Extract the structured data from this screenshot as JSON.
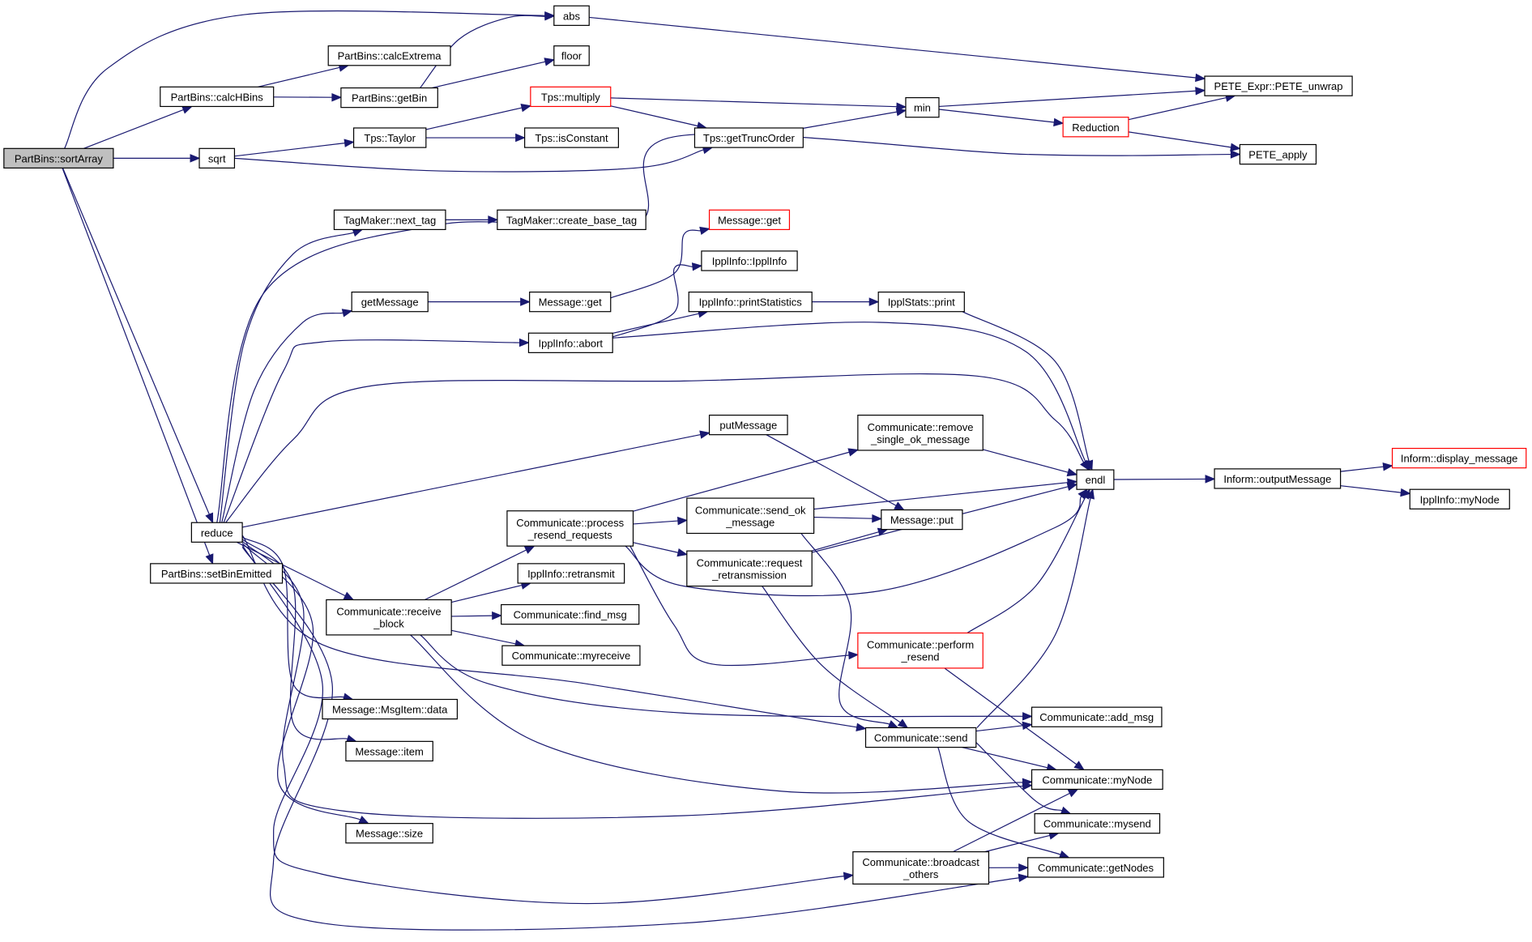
{
  "graph": {
    "colors": {
      "edge": "#191970",
      "node_border": "#000000",
      "truncated_node_border": "#ff0000",
      "root_fill": "#bfbfbf",
      "node_fill": "#ffffff"
    },
    "nodes": [
      {
        "id": "sortArray",
        "label": [
          "PartBins::sortArray"
        ],
        "style": "root"
      },
      {
        "id": "abs",
        "label": [
          "abs"
        ]
      },
      {
        "id": "calcExtrema",
        "label": [
          "PartBins::calcExtrema"
        ]
      },
      {
        "id": "calcHBins",
        "label": [
          "PartBins::calcHBins"
        ]
      },
      {
        "id": "getBin",
        "label": [
          "PartBins::getBin"
        ]
      },
      {
        "id": "floor",
        "label": [
          "floor"
        ]
      },
      {
        "id": "sqrt",
        "label": [
          "sqrt"
        ]
      },
      {
        "id": "tpsTaylor",
        "label": [
          "Tps::Taylor"
        ]
      },
      {
        "id": "tpsMultiply",
        "label": [
          "Tps::multiply"
        ],
        "style": "truncated"
      },
      {
        "id": "tpsIsConstant",
        "label": [
          "Tps::isConstant"
        ]
      },
      {
        "id": "tpsGetTruncOrder",
        "label": [
          "Tps::getTruncOrder"
        ]
      },
      {
        "id": "min",
        "label": [
          "min"
        ]
      },
      {
        "id": "reduction",
        "label": [
          "Reduction"
        ],
        "style": "truncated"
      },
      {
        "id": "peteUnwrap",
        "label": [
          "PETE_Expr::PETE_unwrap"
        ]
      },
      {
        "id": "peteApply",
        "label": [
          "PETE_apply"
        ]
      },
      {
        "id": "nextTag",
        "label": [
          "TagMaker::next_tag"
        ]
      },
      {
        "id": "createBaseTag",
        "label": [
          "TagMaker::create_base_tag"
        ]
      },
      {
        "id": "messageGetRed",
        "label": [
          "Message::get"
        ],
        "style": "truncated"
      },
      {
        "id": "ipplInfoCtor",
        "label": [
          "IpplInfo::IpplInfo"
        ]
      },
      {
        "id": "getMessage",
        "label": [
          "getMessage"
        ]
      },
      {
        "id": "messageGet",
        "label": [
          "Message::get"
        ]
      },
      {
        "id": "printStatistics",
        "label": [
          "IpplInfo::printStatistics"
        ]
      },
      {
        "id": "ipplStatsPrint",
        "label": [
          "IpplStats::print"
        ]
      },
      {
        "id": "abort",
        "label": [
          "IpplInfo::abort"
        ]
      },
      {
        "id": "putMessage",
        "label": [
          "putMessage"
        ]
      },
      {
        "id": "removeSingleOk",
        "label": [
          "Communicate::remove",
          "_single_ok_message"
        ]
      },
      {
        "id": "endl",
        "label": [
          "endl"
        ]
      },
      {
        "id": "outputMessage",
        "label": [
          "Inform::outputMessage"
        ]
      },
      {
        "id": "displayMessage",
        "label": [
          "Inform::display_message"
        ],
        "style": "truncated"
      },
      {
        "id": "ipplInfoMyNode",
        "label": [
          "IpplInfo::myNode"
        ]
      },
      {
        "id": "reduce",
        "label": [
          "reduce"
        ]
      },
      {
        "id": "setBinEmitted",
        "label": [
          "PartBins::setBinEmitted"
        ]
      },
      {
        "id": "processResend",
        "label": [
          "Communicate::process",
          "_resend_requests"
        ]
      },
      {
        "id": "sendOkMessage",
        "label": [
          "Communicate::send_ok",
          "_message"
        ]
      },
      {
        "id": "messagePut",
        "label": [
          "Message::put"
        ]
      },
      {
        "id": "requestRetrans",
        "label": [
          "Communicate::request",
          "_retransmission"
        ]
      },
      {
        "id": "retransmit",
        "label": [
          "IpplInfo::retransmit"
        ]
      },
      {
        "id": "receiveBlock",
        "label": [
          "Communicate::receive",
          "_block"
        ]
      },
      {
        "id": "findMsg",
        "label": [
          "Communicate::find_msg"
        ]
      },
      {
        "id": "myreceive",
        "label": [
          "Communicate::myreceive"
        ]
      },
      {
        "id": "performResend",
        "label": [
          "Communicate::perform",
          "_resend"
        ],
        "style": "truncated"
      },
      {
        "id": "msgItemData",
        "label": [
          "Message::MsgItem::data"
        ]
      },
      {
        "id": "addMsg",
        "label": [
          "Communicate::add_msg"
        ]
      },
      {
        "id": "commSend",
        "label": [
          "Communicate::send"
        ]
      },
      {
        "id": "messageItem",
        "label": [
          "Message::item"
        ]
      },
      {
        "id": "commMyNode",
        "label": [
          "Communicate::myNode"
        ]
      },
      {
        "id": "mysend",
        "label": [
          "Communicate::mysend"
        ]
      },
      {
        "id": "messageSize",
        "label": [
          "Message::size"
        ]
      },
      {
        "id": "broadcastOthers",
        "label": [
          "Communicate::broadcast",
          "_others"
        ]
      },
      {
        "id": "getNodes",
        "label": [
          "Communicate::getNodes"
        ]
      }
    ],
    "edges": [
      [
        "sortArray",
        "abs"
      ],
      [
        "sortArray",
        "calcHBins"
      ],
      [
        "sortArray",
        "sqrt"
      ],
      [
        "sortArray",
        "reduce"
      ],
      [
        "sortArray",
        "setBinEmitted"
      ],
      [
        "calcHBins",
        "calcExtrema"
      ],
      [
        "calcHBins",
        "getBin"
      ],
      [
        "getBin",
        "abs"
      ],
      [
        "getBin",
        "floor"
      ],
      [
        "abs",
        "peteUnwrap"
      ],
      [
        "sqrt",
        "tpsTaylor"
      ],
      [
        "sqrt",
        "tpsGetTruncOrder"
      ],
      [
        "tpsTaylor",
        "tpsMultiply"
      ],
      [
        "tpsTaylor",
        "tpsIsConstant"
      ],
      [
        "tpsMultiply",
        "tpsGetTruncOrder"
      ],
      [
        "tpsMultiply",
        "min"
      ],
      [
        "tpsGetTruncOrder",
        "min"
      ],
      [
        "min",
        "peteUnwrap"
      ],
      [
        "min",
        "reduction"
      ],
      [
        "reduction",
        "peteUnwrap"
      ],
      [
        "reduction",
        "peteApply"
      ],
      [
        "reduce",
        "peteApply"
      ],
      [
        "reduce",
        "nextTag"
      ],
      [
        "reduce",
        "getMessage"
      ],
      [
        "reduce",
        "abort"
      ],
      [
        "reduce",
        "endl"
      ],
      [
        "reduce",
        "putMessage"
      ],
      [
        "reduce",
        "receiveBlock"
      ],
      [
        "reduce",
        "msgItemData"
      ],
      [
        "reduce",
        "messageItem"
      ],
      [
        "reduce",
        "commMyNode"
      ],
      [
        "reduce",
        "messageSize"
      ],
      [
        "reduce",
        "commSend"
      ],
      [
        "reduce",
        "broadcastOthers"
      ],
      [
        "reduce",
        "getNodes"
      ],
      [
        "nextTag",
        "createBaseTag"
      ],
      [
        "getMessage",
        "messageGet"
      ],
      [
        "messageGet",
        "messageGetRed"
      ],
      [
        "abort",
        "ipplInfoCtor"
      ],
      [
        "abort",
        "printStatistics"
      ],
      [
        "abort",
        "endl"
      ],
      [
        "printStatistics",
        "ipplStatsPrint"
      ],
      [
        "ipplStatsPrint",
        "endl"
      ],
      [
        "putMessage",
        "messagePut"
      ],
      [
        "removeSingleOk",
        "endl"
      ],
      [
        "endl",
        "outputMessage"
      ],
      [
        "outputMessage",
        "displayMessage"
      ],
      [
        "outputMessage",
        "ipplInfoMyNode"
      ],
      [
        "processResend",
        "removeSingleOk"
      ],
      [
        "processResend",
        "sendOkMessage"
      ],
      [
        "processResend",
        "requestRetrans"
      ],
      [
        "processResend",
        "performResend"
      ],
      [
        "processResend",
        "endl"
      ],
      [
        "sendOkMessage",
        "endl"
      ],
      [
        "sendOkMessage",
        "messagePut"
      ],
      [
        "sendOkMessage",
        "commSend"
      ],
      [
        "requestRetrans",
        "messagePut"
      ],
      [
        "requestRetrans",
        "endl"
      ],
      [
        "requestRetrans",
        "commSend"
      ],
      [
        "receiveBlock",
        "processResend"
      ],
      [
        "receiveBlock",
        "retransmit"
      ],
      [
        "receiveBlock",
        "findMsg"
      ],
      [
        "receiveBlock",
        "myreceive"
      ],
      [
        "receiveBlock",
        "addMsg"
      ],
      [
        "receiveBlock",
        "commMyNode"
      ],
      [
        "performResend",
        "endl"
      ],
      [
        "performResend",
        "commMyNode"
      ],
      [
        "commSend",
        "endl"
      ],
      [
        "commSend",
        "addMsg"
      ],
      [
        "commSend",
        "commMyNode"
      ],
      [
        "commSend",
        "mysend"
      ],
      [
        "commSend",
        "getNodes"
      ],
      [
        "broadcastOthers",
        "commMyNode"
      ],
      [
        "broadcastOthers",
        "mysend"
      ],
      [
        "broadcastOthers",
        "getNodes"
      ]
    ]
  }
}
